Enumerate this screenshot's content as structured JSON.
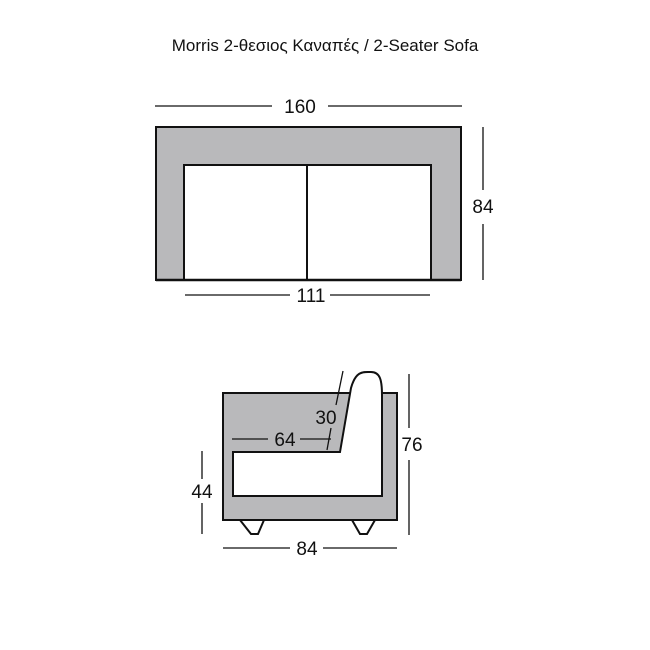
{
  "title": "Morris 2-θεσιος Καναπές / 2-Seater Sofa",
  "colors": {
    "upholstery": "#b9b9bb",
    "cushion": "#ffffff",
    "outline": "#111111"
  },
  "top_view": {
    "overall_width": "160",
    "depth": "84",
    "seat_width": "111"
  },
  "side_view": {
    "back_angle_height": "30",
    "seat_depth": "64",
    "overall_height": "76",
    "seat_height": "44",
    "overall_depth": "84"
  }
}
